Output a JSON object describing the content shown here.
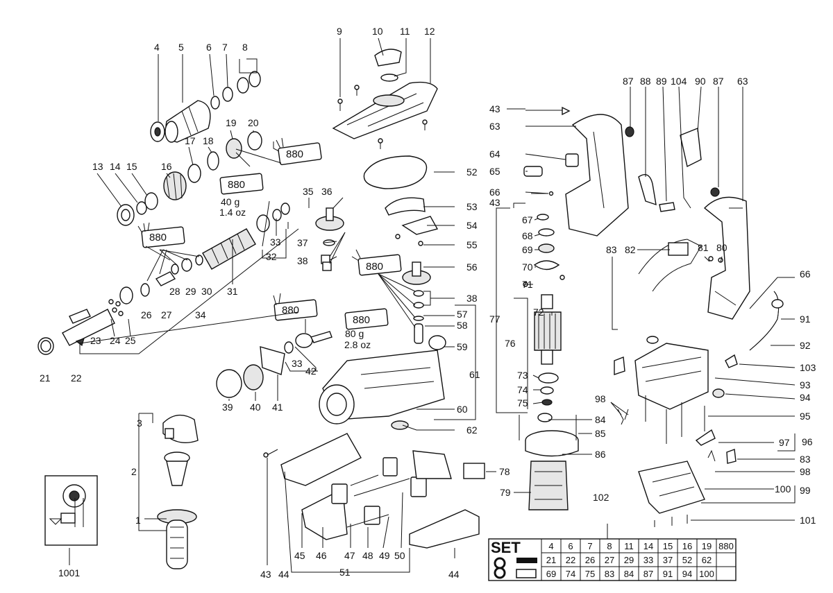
{
  "parts": [
    {
      "id": "p4",
      "text": "4"
    },
    {
      "id": "p5",
      "text": "5"
    },
    {
      "id": "p6",
      "text": "6"
    },
    {
      "id": "p7",
      "text": "7"
    },
    {
      "id": "p8",
      "text": "8"
    },
    {
      "id": "p9",
      "text": "9"
    },
    {
      "id": "p10",
      "text": "10"
    },
    {
      "id": "p11",
      "text": "11"
    },
    {
      "id": "p12",
      "text": "12"
    },
    {
      "id": "p13",
      "text": "13"
    },
    {
      "id": "p14",
      "text": "14"
    },
    {
      "id": "p15",
      "text": "15"
    },
    {
      "id": "p16",
      "text": "16"
    },
    {
      "id": "p17",
      "text": "17"
    },
    {
      "id": "p18",
      "text": "18"
    },
    {
      "id": "p19",
      "text": "19"
    },
    {
      "id": "p20",
      "text": "20"
    },
    {
      "id": "p21",
      "text": "21"
    },
    {
      "id": "p22",
      "text": "22"
    },
    {
      "id": "p23",
      "text": "23"
    },
    {
      "id": "p24",
      "text": "24"
    },
    {
      "id": "p25",
      "text": "25"
    },
    {
      "id": "p26",
      "text": "26"
    },
    {
      "id": "p27",
      "text": "27"
    },
    {
      "id": "p28",
      "text": "28"
    },
    {
      "id": "p29",
      "text": "29"
    },
    {
      "id": "p30",
      "text": "30"
    },
    {
      "id": "p31",
      "text": "31"
    },
    {
      "id": "p32",
      "text": "32"
    },
    {
      "id": "p33a",
      "text": "33"
    },
    {
      "id": "p33b",
      "text": "33"
    },
    {
      "id": "p34",
      "text": "34"
    },
    {
      "id": "p35",
      "text": "35"
    },
    {
      "id": "p36",
      "text": "36"
    },
    {
      "id": "p37",
      "text": "37"
    },
    {
      "id": "p38a",
      "text": "38"
    },
    {
      "id": "p38b",
      "text": "38"
    },
    {
      "id": "p39",
      "text": "39"
    },
    {
      "id": "p40",
      "text": "40"
    },
    {
      "id": "p41",
      "text": "41"
    },
    {
      "id": "p42",
      "text": "42"
    },
    {
      "id": "p43a",
      "text": "43"
    },
    {
      "id": "p43b",
      "text": "43"
    },
    {
      "id": "p43c",
      "text": "43"
    },
    {
      "id": "p44a",
      "text": "44"
    },
    {
      "id": "p44b",
      "text": "44"
    },
    {
      "id": "p45",
      "text": "45"
    },
    {
      "id": "p46",
      "text": "46"
    },
    {
      "id": "p47",
      "text": "47"
    },
    {
      "id": "p48",
      "text": "48"
    },
    {
      "id": "p49",
      "text": "49"
    },
    {
      "id": "p50",
      "text": "50"
    },
    {
      "id": "p51",
      "text": "51"
    },
    {
      "id": "p52",
      "text": "52"
    },
    {
      "id": "p53",
      "text": "53"
    },
    {
      "id": "p54",
      "text": "54"
    },
    {
      "id": "p55",
      "text": "55"
    },
    {
      "id": "p56",
      "text": "56"
    },
    {
      "id": "p57",
      "text": "57"
    },
    {
      "id": "p58",
      "text": "58"
    },
    {
      "id": "p59",
      "text": "59"
    },
    {
      "id": "p60",
      "text": "60"
    },
    {
      "id": "p61",
      "text": "61"
    },
    {
      "id": "p62",
      "text": "62"
    },
    {
      "id": "p63a",
      "text": "63"
    },
    {
      "id": "p63b",
      "text": "63"
    },
    {
      "id": "p64",
      "text": "64"
    },
    {
      "id": "p65",
      "text": "65"
    },
    {
      "id": "p66a",
      "text": "66"
    },
    {
      "id": "p66b",
      "text": "66"
    },
    {
      "id": "p67",
      "text": "67"
    },
    {
      "id": "p68",
      "text": "68"
    },
    {
      "id": "p69",
      "text": "69"
    },
    {
      "id": "p70",
      "text": "70"
    },
    {
      "id": "p71",
      "text": "71"
    },
    {
      "id": "p72",
      "text": "72"
    },
    {
      "id": "p73",
      "text": "73"
    },
    {
      "id": "p74",
      "text": "74"
    },
    {
      "id": "p75",
      "text": "75"
    },
    {
      "id": "p76",
      "text": "76"
    },
    {
      "id": "p77",
      "text": "77"
    },
    {
      "id": "p78",
      "text": "78"
    },
    {
      "id": "p79",
      "text": "79"
    },
    {
      "id": "p80",
      "text": "80"
    },
    {
      "id": "p81",
      "text": "81"
    },
    {
      "id": "p82",
      "text": "82"
    },
    {
      "id": "p83a",
      "text": "83"
    },
    {
      "id": "p83b",
      "text": "83"
    },
    {
      "id": "p84",
      "text": "84"
    },
    {
      "id": "p85",
      "text": "85"
    },
    {
      "id": "p86",
      "text": "86"
    },
    {
      "id": "p87a",
      "text": "87"
    },
    {
      "id": "p87b",
      "text": "87"
    },
    {
      "id": "p88",
      "text": "88"
    },
    {
      "id": "p89",
      "text": "89"
    },
    {
      "id": "p90",
      "text": "90"
    },
    {
      "id": "p91",
      "text": "91"
    },
    {
      "id": "p92",
      "text": "92"
    },
    {
      "id": "p93",
      "text": "93"
    },
    {
      "id": "p94",
      "text": "94"
    },
    {
      "id": "p95",
      "text": "95"
    },
    {
      "id": "p96",
      "text": "96"
    },
    {
      "id": "p97",
      "text": "97"
    },
    {
      "id": "p98a",
      "text": "98"
    },
    {
      "id": "p98b",
      "text": "98"
    },
    {
      "id": "p99",
      "text": "99"
    },
    {
      "id": "p100",
      "text": "100"
    },
    {
      "id": "p101",
      "text": "101"
    },
    {
      "id": "p102",
      "text": "102"
    },
    {
      "id": "p103",
      "text": "103"
    },
    {
      "id": "p104",
      "text": "104"
    },
    {
      "id": "p1",
      "text": "1"
    },
    {
      "id": "p2",
      "text": "2"
    },
    {
      "id": "p3",
      "text": "3"
    },
    {
      "id": "p1001",
      "text": "1001"
    }
  ],
  "grease": {
    "tube_label": "880",
    "amount_a_g": "40 g",
    "amount_a_oz": "1.4 oz",
    "amount_b_g": "80 g",
    "amount_b_oz": "2.8 oz"
  },
  "set_table": {
    "title": "SET",
    "rows": [
      [
        "4",
        "6",
        "7",
        "8",
        "11",
        "14",
        "15",
        "16",
        "19",
        "880"
      ],
      [
        "21",
        "22",
        "26",
        "27",
        "29",
        "33",
        "37",
        "52",
        "62",
        ""
      ],
      [
        "69",
        "74",
        "75",
        "83",
        "84",
        "87",
        "91",
        "94",
        "100",
        ""
      ]
    ]
  }
}
